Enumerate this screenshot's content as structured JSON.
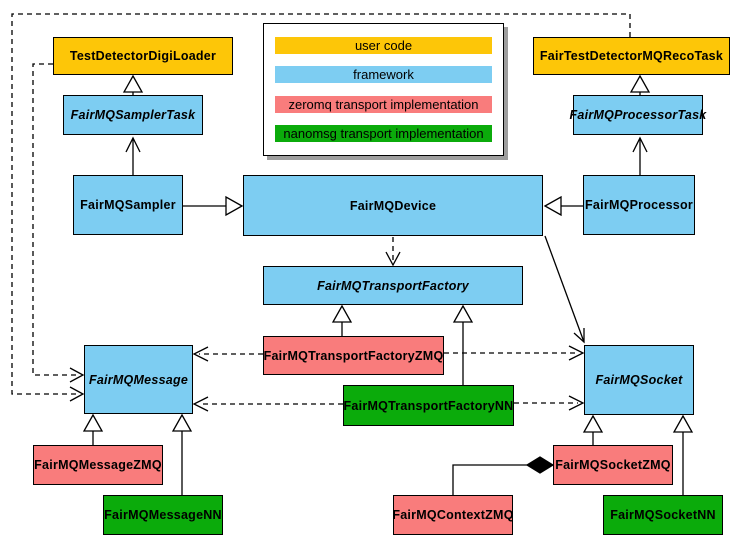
{
  "legend": {
    "items": [
      {
        "id": "user-code",
        "label": "user code",
        "color": "#FDC608"
      },
      {
        "id": "framework",
        "label": "framework",
        "color": "#7DCDF2"
      },
      {
        "id": "zeromq",
        "label": "zeromq transport implementation",
        "color": "#F97C7C"
      },
      {
        "id": "nanomsg",
        "label": "nanomsg transport implementation",
        "color": "#0BAB0B"
      }
    ]
  },
  "nodes": {
    "test_detector_digi_loader": {
      "label": "TestDetectorDigiLoader",
      "category": "user code",
      "abstract": false
    },
    "fair_test_detector_mq_reco_task": {
      "label": "FairTestDetectorMQRecoTask",
      "category": "user code",
      "abstract": false
    },
    "fairmq_sampler_task": {
      "label": "FairMQSamplerTask",
      "category": "framework",
      "abstract": true
    },
    "fairmq_processor_task": {
      "label": "FairMQProcessorTask",
      "category": "framework",
      "abstract": true
    },
    "fairmq_sampler": {
      "label": "FairMQSampler",
      "category": "framework",
      "abstract": false
    },
    "fairmq_device": {
      "label": "FairMQDevice",
      "category": "framework",
      "abstract": false
    },
    "fairmq_processor": {
      "label": "FairMQProcessor",
      "category": "framework",
      "abstract": false
    },
    "fairmq_transport_factory": {
      "label": "FairMQTransportFactory",
      "category": "framework",
      "abstract": true
    },
    "fairmq_transport_factory_zmq": {
      "label": "FairMQTransportFactoryZMQ",
      "category": "zeromq transport implementation",
      "abstract": false
    },
    "fairmq_transport_factory_nn": {
      "label": "FairMQTransportFactoryNN",
      "category": "nanomsg transport implementation",
      "abstract": false
    },
    "fairmq_message": {
      "label": "FairMQMessage",
      "category": "framework",
      "abstract": true
    },
    "fairmq_socket": {
      "label": "FairMQSocket",
      "category": "framework",
      "abstract": true
    },
    "fairmq_message_zmq": {
      "label": "FairMQMessageZMQ",
      "category": "zeromq transport implementation",
      "abstract": false
    },
    "fairmq_message_nn": {
      "label": "FairMQMessageNN",
      "category": "nanomsg transport implementation",
      "abstract": false
    },
    "fairmq_socket_zmq": {
      "label": "FairMQSocketZMQ",
      "category": "zeromq transport implementation",
      "abstract": false
    },
    "fairmq_socket_nn": {
      "label": "FairMQSocketNN",
      "category": "nanomsg transport implementation",
      "abstract": false
    },
    "fairmq_context_zmq": {
      "label": "FairMQContextZMQ",
      "category": "zeromq transport implementation",
      "abstract": false
    }
  },
  "edges": [
    {
      "from": "FairMQSamplerTask",
      "to": "TestDetectorDigiLoader",
      "line": "solid",
      "arrow": "hollow-triangle"
    },
    {
      "from": "FairMQProcessorTask",
      "to": "FairTestDetectorMQRecoTask",
      "line": "solid",
      "arrow": "hollow-triangle"
    },
    {
      "from": "FairMQSampler",
      "to": "FairMQDevice",
      "line": "solid",
      "arrow": "hollow-triangle"
    },
    {
      "from": "FairMQProcessor",
      "to": "FairMQDevice",
      "line": "solid",
      "arrow": "hollow-triangle"
    },
    {
      "from": "FairMQSampler",
      "to": "FairMQSamplerTask",
      "line": "solid",
      "arrow": "open"
    },
    {
      "from": "FairMQProcessor",
      "to": "FairMQProcessorTask",
      "line": "solid",
      "arrow": "open"
    },
    {
      "from": "FairMQDevice",
      "to": "FairMQSocket",
      "line": "solid",
      "arrow": "open"
    },
    {
      "from": "FairMQDevice",
      "to": "FairMQTransportFactory",
      "line": "dashed",
      "arrow": "open"
    },
    {
      "from": "FairMQTransportFactoryZMQ",
      "to": "FairMQTransportFactory",
      "line": "solid",
      "arrow": "hollow-triangle"
    },
    {
      "from": "FairMQTransportFactoryNN",
      "to": "FairMQTransportFactory",
      "line": "solid",
      "arrow": "hollow-triangle"
    },
    {
      "from": "FairMQTransportFactoryZMQ",
      "to": "FairMQMessage",
      "line": "dashed",
      "arrow": "open"
    },
    {
      "from": "FairMQTransportFactoryZMQ",
      "to": "FairMQSocket",
      "line": "dashed",
      "arrow": "open"
    },
    {
      "from": "FairMQTransportFactoryNN",
      "to": "FairMQMessage",
      "line": "dashed",
      "arrow": "open"
    },
    {
      "from": "FairMQTransportFactoryNN",
      "to": "FairMQSocket",
      "line": "dashed",
      "arrow": "open"
    },
    {
      "from": "FairMQMessageZMQ",
      "to": "FairMQMessage",
      "line": "solid",
      "arrow": "hollow-triangle"
    },
    {
      "from": "FairMQMessageNN",
      "to": "FairMQMessage",
      "line": "solid",
      "arrow": "hollow-triangle"
    },
    {
      "from": "FairMQSocketZMQ",
      "to": "FairMQSocket",
      "line": "solid",
      "arrow": "hollow-triangle"
    },
    {
      "from": "FairMQSocketNN",
      "to": "FairMQSocket",
      "line": "solid",
      "arrow": "hollow-triangle"
    },
    {
      "from": "TestDetectorDigiLoader",
      "to": "FairMQMessage",
      "line": "dashed",
      "arrow": "open"
    },
    {
      "from": "FairTestDetectorMQRecoTask",
      "to": "FairMQMessage",
      "line": "dashed",
      "arrow": "open"
    },
    {
      "from": "FairMQContextZMQ",
      "to": "FairMQSocketZMQ",
      "line": "solid",
      "arrow": "filled-diamond"
    }
  ],
  "colors": {
    "user_code": "#FDC608",
    "framework": "#7DCDF2",
    "zeromq": "#F97C7C",
    "nanomsg": "#0BAB0B",
    "line": "#000000",
    "background": "#FFFFFF",
    "legend_shadow": "#9E9E9E"
  }
}
